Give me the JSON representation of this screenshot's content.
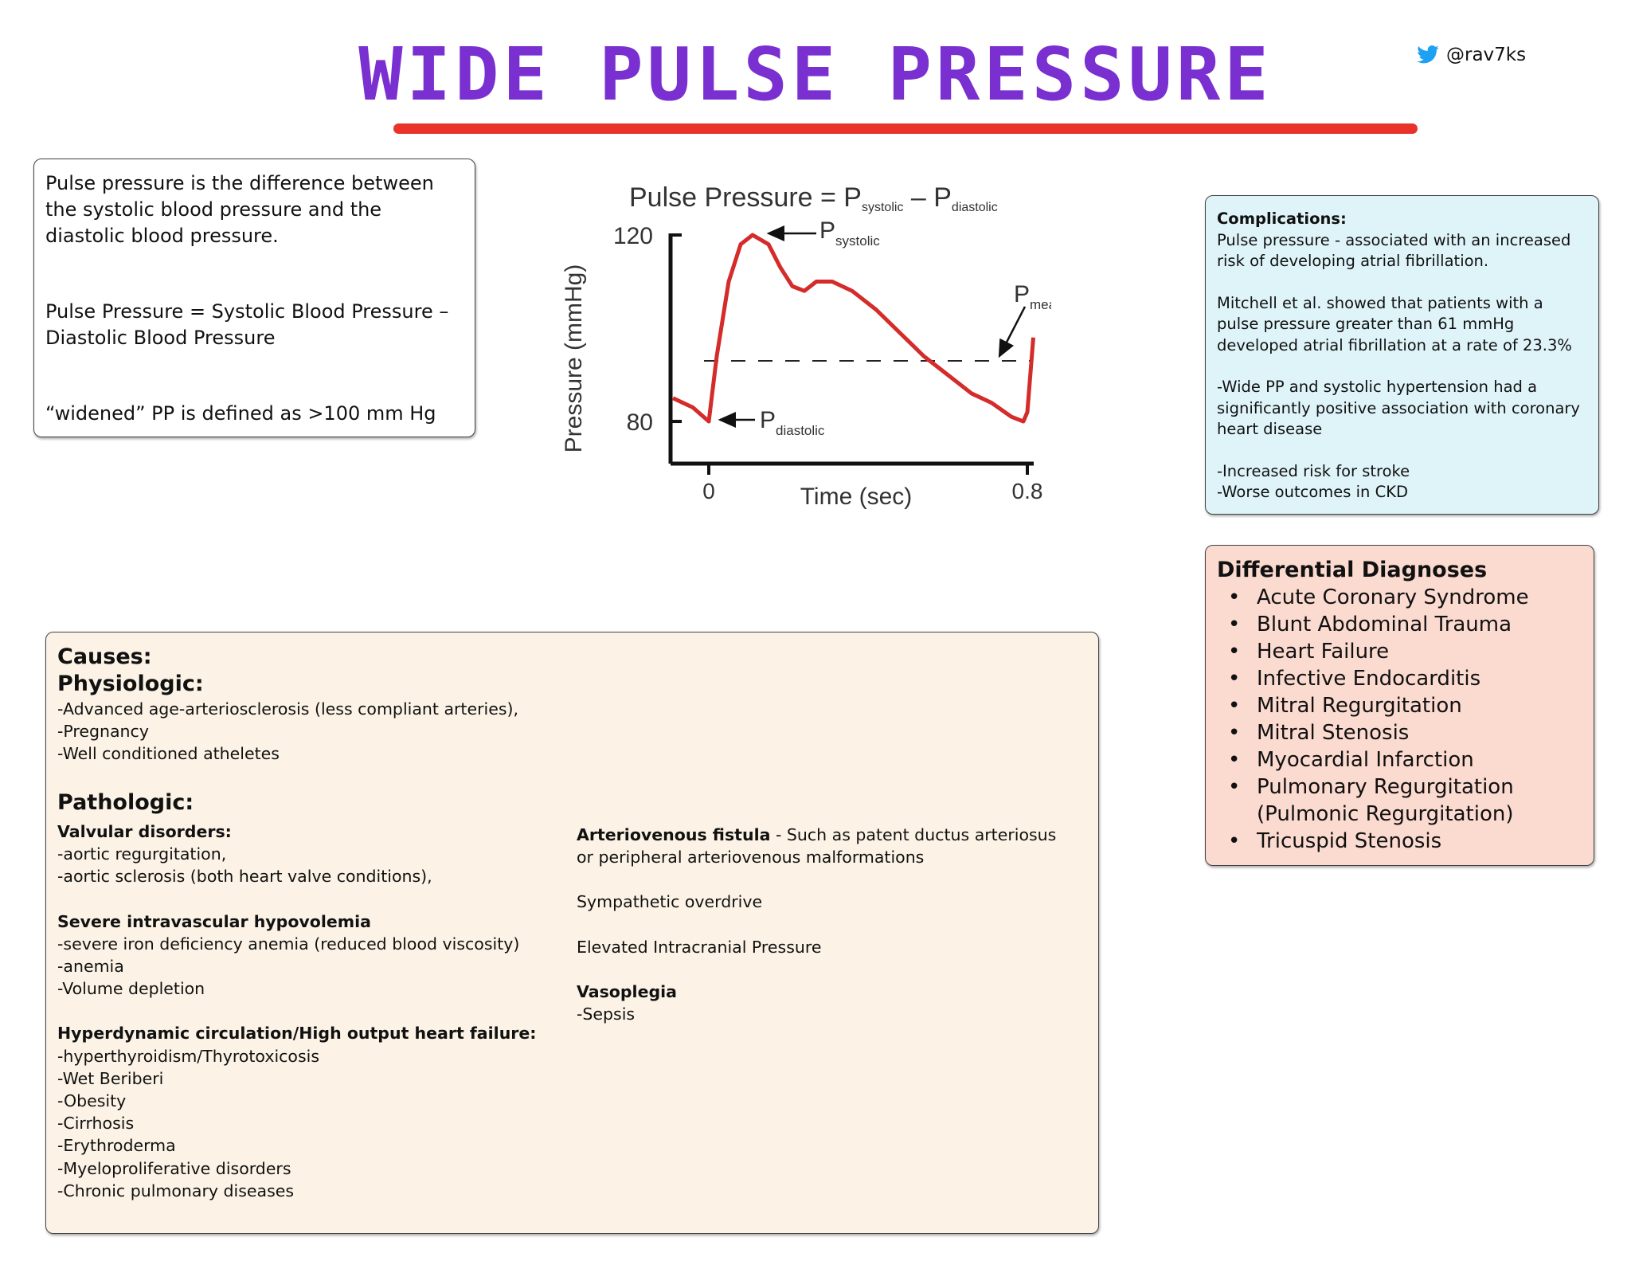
{
  "header": {
    "title": "WIDE PULSE PRESSURE",
    "handle": "@rav7ks",
    "accent_color": "#7a2fd0",
    "underline_color": "#e8322a",
    "icon": "twitter-bird-icon"
  },
  "definition": {
    "p1": "Pulse pressure is the difference between the systolic blood pressure and the diastolic blood pressure.",
    "p2": "Pulse Pressure = Systolic Blood Pressure – Diastolic Blood Pressure",
    "p3": "“widened” PP is defined as >100 mm Hg"
  },
  "complications": {
    "heading": "Complications:",
    "line1": "Pulse pressure - associated with an increased risk of developing atrial fibrillation.",
    "line2": "Mitchell et al. showed that patients with a pulse pressure greater than 61 mmHg developed atrial fibrillation at a rate of 23.3%",
    "line3": "-Wide PP and systolic hypertension had a significantly positive association with coronary heart disease",
    "line4": "-Increased risk for stroke",
    "line5": "-Worse outcomes in CKD"
  },
  "ddx": {
    "heading": "Differential Diagnoses",
    "items": [
      "Acute Coronary Syndrome",
      "Blunt Abdominal Trauma",
      "Heart Failure",
      "Infective Endocarditis",
      "Mitral Regurgitation",
      "Mitral Stenosis",
      "Myocardial Infarction",
      "Pulmonary Regurgitation (Pulmonic Regurgitation)",
      "Tricuspid Stenosis"
    ]
  },
  "causes": {
    "heading": "Causes:",
    "physiologic": {
      "heading": "Physiologic:",
      "items": [
        "-Advanced age-arteriosclerosis (less compliant arteries),",
        "-Pregnancy",
        "-Well conditioned atheletes"
      ]
    },
    "pathologic": {
      "heading": "Pathologic:",
      "valvular": {
        "heading": "Valvular disorders:",
        "items": [
          "-aortic regurgitation,",
          "-aortic sclerosis (both heart valve conditions),"
        ]
      },
      "hypovolemia": {
        "heading": "Severe intravascular hypovolemia",
        "items": [
          "-severe iron deficiency anemia (reduced blood viscosity)",
          "-anemia",
          "-Volume depletion"
        ]
      },
      "hyperdynamic": {
        "heading": "Hyperdynamic circulation/High output heart failure:",
        "items": [
          "-hyperthyroidism/Thyrotoxicosis",
          "-Wet Beriberi",
          "-Obesity",
          "-Cirrhosis",
          "-Erythroderma",
          "-Myeloproliferative disorders",
          "-Chronic pulmonary diseases"
        ]
      },
      "av_fistula": {
        "heading": "Arteriovenous fistula",
        "text": " - Such as patent ductus arteriosus or peripheral arteriovenous malformations"
      },
      "sympathetic": "Sympathetic overdrive",
      "icp": "Elevated Intracranial Pressure",
      "vasoplegia": {
        "heading": "Vasoplegia",
        "items": [
          "-Sepsis"
        ]
      }
    }
  },
  "chart_data": {
    "type": "line",
    "title": "Pulse Pressure = Psystolic – Pdiastolic",
    "title_main": "Pulse Pressure = P",
    "title_sub1": "systolic",
    "title_mid": " – P",
    "title_sub2": "diastolic",
    "xlabel": "Time (sec)",
    "ylabel": "Pressure (mmHg)",
    "xticks": [
      "0",
      "0.8"
    ],
    "yticks": [
      "120",
      "80"
    ],
    "xlim": [
      -0.1,
      0.8
    ],
    "ylim": [
      73,
      120
    ],
    "series": [
      {
        "x": [
          -0.09,
          -0.04,
          0.0,
          0.02,
          0.05,
          0.08,
          0.11,
          0.15,
          0.18,
          0.21,
          0.24,
          0.27,
          0.31,
          0.36,
          0.42,
          0.48,
          0.54,
          0.6,
          0.66,
          0.71,
          0.76,
          0.79,
          0.8,
          0.815
        ],
        "y": [
          85,
          83,
          80,
          94,
          110,
          118,
          120,
          118,
          113,
          109,
          108,
          110,
          110,
          108,
          104,
          99,
          94,
          90,
          86,
          84,
          81,
          80,
          82,
          98
        ]
      }
    ],
    "mean_line": 93,
    "annotations": [
      {
        "label": "P",
        "sub": "systolic",
        "x": 0.11,
        "y": 120
      },
      {
        "label": "P",
        "sub": "mean",
        "x": 0.65,
        "y": 93
      },
      {
        "label": "P",
        "sub": "diastolic",
        "x": 0.0,
        "y": 80
      }
    ],
    "line_color": "#d42b2b"
  }
}
